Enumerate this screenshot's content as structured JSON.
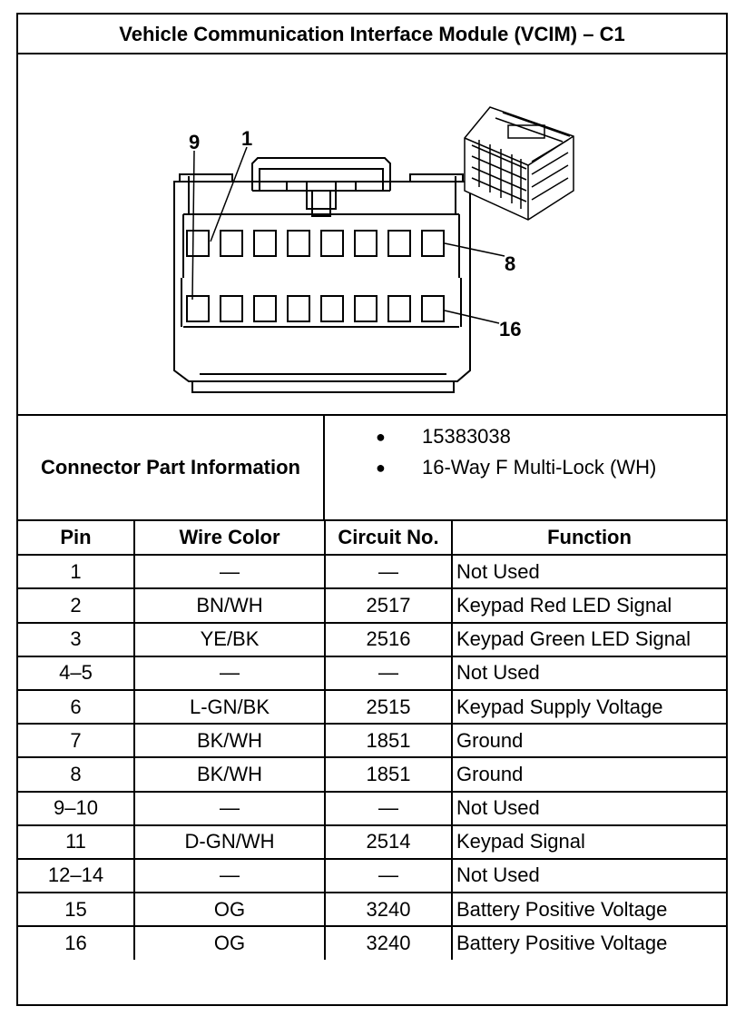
{
  "title": "Vehicle Communication Interface Module (VCIM) – C1",
  "figure": {
    "callouts": {
      "pin9": "9",
      "pin1": "1",
      "pin8": "8",
      "pin16": "16"
    }
  },
  "connector_info": {
    "label": "Connector Part Information",
    "items": [
      "15383038",
      "16-Way F Multi-Lock (WH)"
    ],
    "bullet": "●"
  },
  "table": {
    "headers": [
      "Pin",
      "Wire Color",
      "Circuit No.",
      "Function"
    ],
    "rows": [
      [
        "1",
        "—",
        "—",
        "Not Used"
      ],
      [
        "2",
        "BN/WH",
        "2517",
        "Keypad Red LED Signal"
      ],
      [
        "3",
        "YE/BK",
        "2516",
        "Keypad Green LED Signal"
      ],
      [
        "4–5",
        "—",
        "—",
        "Not Used"
      ],
      [
        "6",
        "L-GN/BK",
        "2515",
        "Keypad Supply Voltage"
      ],
      [
        "7",
        "BK/WH",
        "1851",
        "Ground"
      ],
      [
        "8",
        "BK/WH",
        "1851",
        "Ground"
      ],
      [
        "9–10",
        "—",
        "—",
        "Not Used"
      ],
      [
        "11",
        "D-GN/WH",
        "2514",
        "Keypad Signal"
      ],
      [
        "12–14",
        "—",
        "—",
        "Not Used"
      ],
      [
        "15",
        "OG",
        "3240",
        "Battery Positive Voltage"
      ],
      [
        "16",
        "OG",
        "3240",
        "Battery Positive Voltage"
      ]
    ]
  }
}
